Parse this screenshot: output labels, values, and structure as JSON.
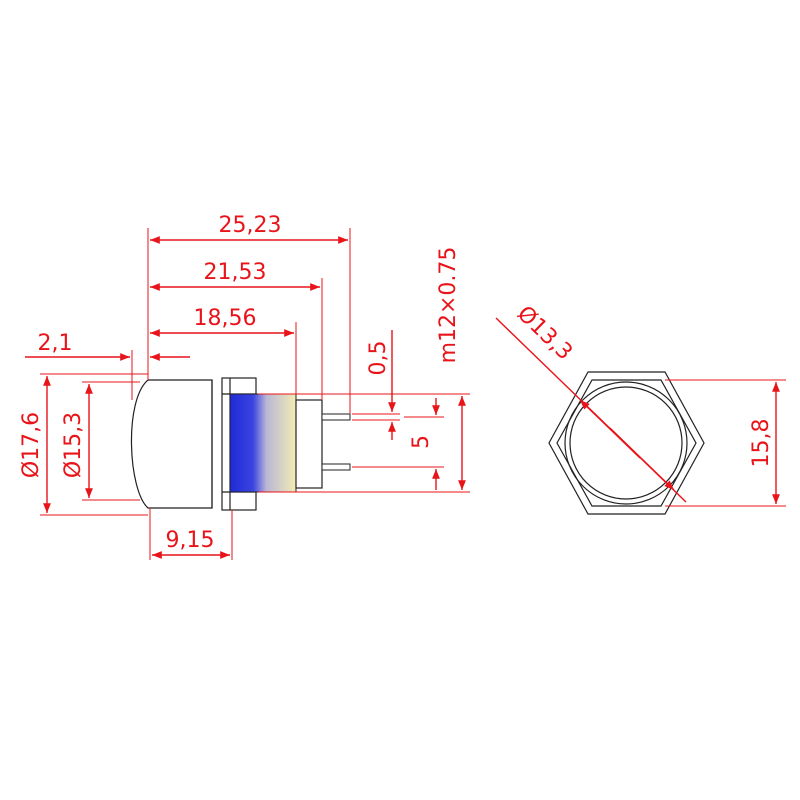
{
  "side_view": {
    "dimensions": {
      "overall_length": "25,23",
      "thread_length": "21,53",
      "body_length": "18,56",
      "cap_offset": "2,1",
      "cap_width": "9,15",
      "outer_diameter": "Ø17,6",
      "cap_diameter": "Ø15,3",
      "pin_thickness": "0,5",
      "pin_spacing": "5",
      "thread_spec": "m12×0.75"
    }
  },
  "front_view": {
    "dimensions": {
      "inner_diameter": "Ø13,3",
      "across_flats": "15,8"
    }
  },
  "colors": {
    "dimension": "#e8141a",
    "outline": "#222222",
    "terminal_blue": "#1f2bd6",
    "terminal_yellow": "#f3ecb4"
  }
}
